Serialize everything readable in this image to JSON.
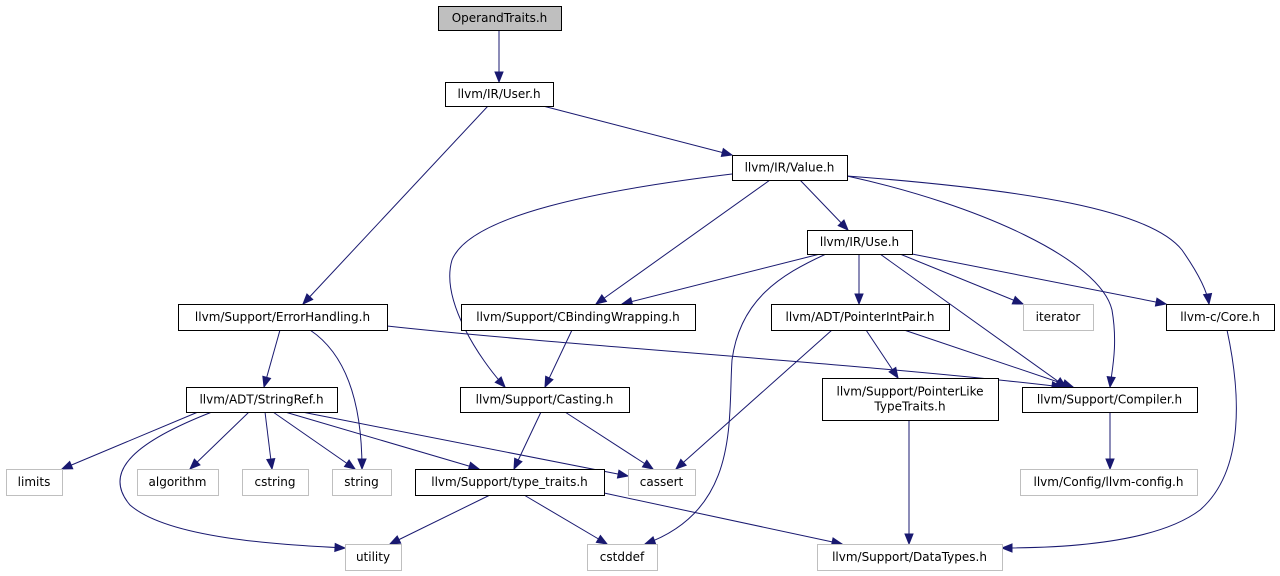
{
  "colors": {
    "edge": "#191970",
    "box_border": "#000000",
    "external_border": "#bfbfbf",
    "root_fill": "#bfbfbf",
    "text": "#000000",
    "external_text": "#000000"
  },
  "nodes": [
    {
      "id": "operandtraits",
      "lines": [
        "OperandTraits.h"
      ],
      "kind": "root"
    },
    {
      "id": "user",
      "lines": [
        "llvm/IR/User.h"
      ],
      "kind": "file"
    },
    {
      "id": "value",
      "lines": [
        "llvm/IR/Value.h"
      ],
      "kind": "file"
    },
    {
      "id": "use",
      "lines": [
        "llvm/IR/Use.h"
      ],
      "kind": "file"
    },
    {
      "id": "errorhandling",
      "lines": [
        "llvm/Support/ErrorHandling.h"
      ],
      "kind": "file"
    },
    {
      "id": "cbinding",
      "lines": [
        "llvm/Support/CBindingWrapping.h"
      ],
      "kind": "file"
    },
    {
      "id": "pointerintpair",
      "lines": [
        "llvm/ADT/PointerIntPair.h"
      ],
      "kind": "file"
    },
    {
      "id": "iterator",
      "lines": [
        "iterator"
      ],
      "kind": "external"
    },
    {
      "id": "core",
      "lines": [
        "llvm-c/Core.h"
      ],
      "kind": "file"
    },
    {
      "id": "stringref",
      "lines": [
        "llvm/ADT/StringRef.h"
      ],
      "kind": "file"
    },
    {
      "id": "casting",
      "lines": [
        "llvm/Support/Casting.h"
      ],
      "kind": "file"
    },
    {
      "id": "pointerlike",
      "lines": [
        "llvm/Support/PointerLike",
        "TypeTraits.h"
      ],
      "kind": "file"
    },
    {
      "id": "compiler",
      "lines": [
        "llvm/Support/Compiler.h"
      ],
      "kind": "file"
    },
    {
      "id": "limits",
      "lines": [
        "limits"
      ],
      "kind": "external"
    },
    {
      "id": "algorithm",
      "lines": [
        "algorithm"
      ],
      "kind": "external"
    },
    {
      "id": "cstring",
      "lines": [
        "cstring"
      ],
      "kind": "external"
    },
    {
      "id": "string",
      "lines": [
        "string"
      ],
      "kind": "external"
    },
    {
      "id": "typetraits",
      "lines": [
        "llvm/Support/type_traits.h"
      ],
      "kind": "file"
    },
    {
      "id": "cassert",
      "lines": [
        "cassert"
      ],
      "kind": "external"
    },
    {
      "id": "llvmconfig",
      "lines": [
        "llvm/Config/llvm-config.h"
      ],
      "kind": "external"
    },
    {
      "id": "utility",
      "lines": [
        "utility"
      ],
      "kind": "external"
    },
    {
      "id": "cstddef",
      "lines": [
        "cstddef"
      ],
      "kind": "external"
    },
    {
      "id": "datatypes",
      "lines": [
        "llvm/Support/DataTypes.h"
      ],
      "kind": "external"
    }
  ],
  "edges": [
    {
      "from": "operandtraits",
      "to": "user"
    },
    {
      "from": "user",
      "to": "value"
    },
    {
      "from": "user",
      "to": "errorhandling"
    },
    {
      "from": "value",
      "to": "use"
    },
    {
      "from": "value",
      "to": "cbinding"
    },
    {
      "from": "value",
      "to": "casting"
    },
    {
      "from": "value",
      "to": "compiler"
    },
    {
      "from": "value",
      "to": "core"
    },
    {
      "from": "use",
      "to": "cbinding"
    },
    {
      "from": "use",
      "to": "pointerintpair"
    },
    {
      "from": "use",
      "to": "iterator"
    },
    {
      "from": "use",
      "to": "core"
    },
    {
      "from": "use",
      "to": "compiler"
    },
    {
      "from": "use",
      "to": "cstddef"
    },
    {
      "from": "errorhandling",
      "to": "stringref"
    },
    {
      "from": "errorhandling",
      "to": "string"
    },
    {
      "from": "errorhandling",
      "to": "compiler"
    },
    {
      "from": "cbinding",
      "to": "casting"
    },
    {
      "from": "pointerintpair",
      "to": "pointerlike"
    },
    {
      "from": "pointerintpair",
      "to": "compiler"
    },
    {
      "from": "pointerintpair",
      "to": "cassert"
    },
    {
      "from": "stringref",
      "to": "limits"
    },
    {
      "from": "stringref",
      "to": "algorithm"
    },
    {
      "from": "stringref",
      "to": "cstring"
    },
    {
      "from": "stringref",
      "to": "string"
    },
    {
      "from": "stringref",
      "to": "typetraits"
    },
    {
      "from": "stringref",
      "to": "cassert"
    },
    {
      "from": "stringref",
      "to": "utility"
    },
    {
      "from": "casting",
      "to": "typetraits"
    },
    {
      "from": "casting",
      "to": "cassert"
    },
    {
      "from": "pointerlike",
      "to": "datatypes"
    },
    {
      "from": "compiler",
      "to": "llvmconfig"
    },
    {
      "from": "core",
      "to": "datatypes"
    },
    {
      "from": "typetraits",
      "to": "utility"
    },
    {
      "from": "typetraits",
      "to": "cstddef"
    },
    {
      "from": "typetraits",
      "to": "datatypes"
    }
  ]
}
